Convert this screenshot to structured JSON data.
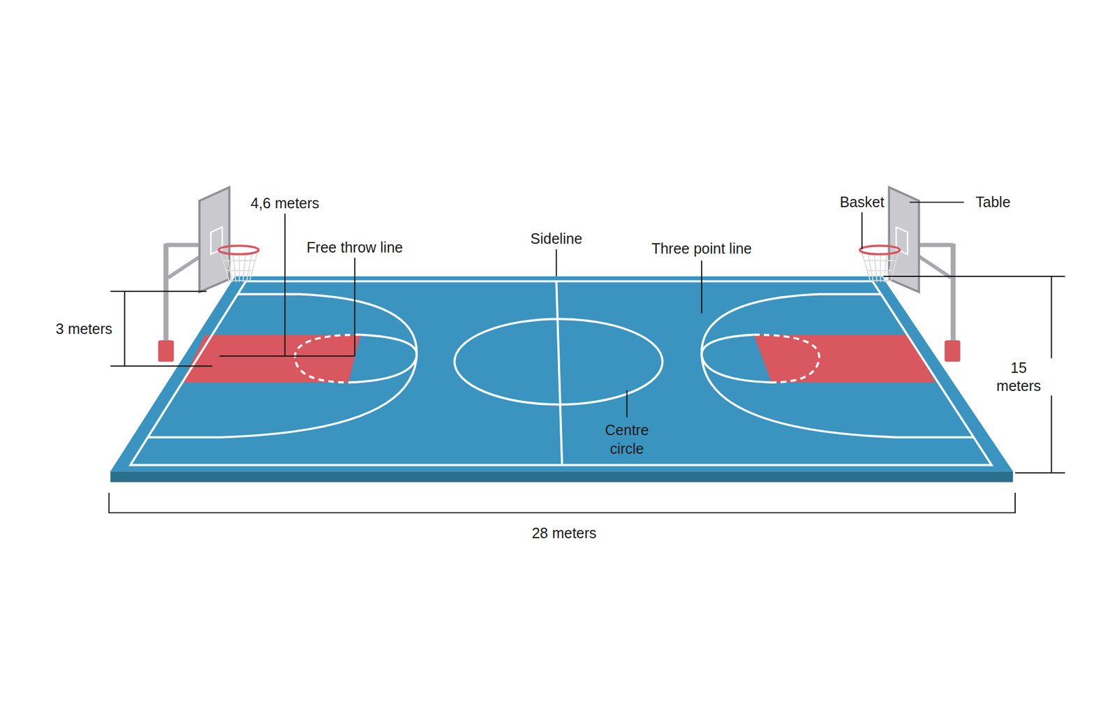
{
  "diagram": {
    "labels": [
      "4,6 meters",
      "Free throw line",
      "Sideline",
      "Three point line",
      "Basket",
      "Table",
      "3 meters",
      "15 meters",
      "Centre circle",
      "28 meters"
    ]
  }
}
